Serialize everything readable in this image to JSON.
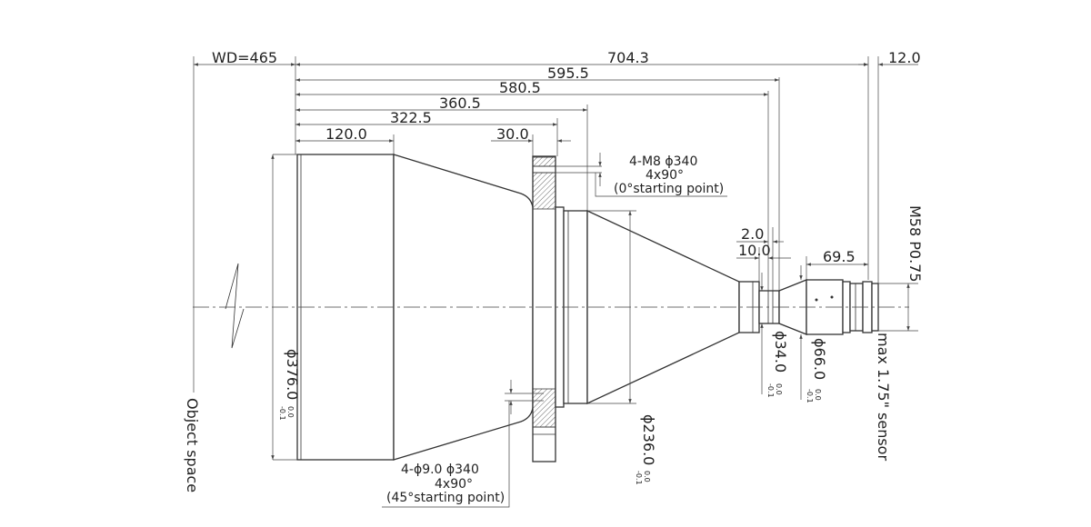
{
  "dimensions": {
    "wd": "WD=465",
    "total": "704.3",
    "d595": "595.5",
    "d580": "580.5",
    "d360": "360.5",
    "d322": "322.5",
    "d120": "120.0",
    "d30": "30.0",
    "d12": "12.0",
    "d2": "2.0",
    "d10": "10.0",
    "d69": "69.5"
  },
  "diameters": {
    "d376": "ϕ376.0",
    "d236": "ϕ236.0",
    "d34": "ϕ34.0",
    "d66": "ϕ66.0",
    "tol_upper": "0.0",
    "tol_lower": "-0.1"
  },
  "notes": {
    "top_holes": [
      "4-M8 ϕ340",
      "4x90°",
      "(0°starting point)"
    ],
    "bottom_holes": [
      "4-ϕ9.0  ϕ340",
      "4x90°",
      "(45°starting point)"
    ],
    "thread": "M58 P0.75",
    "sensor": "max 1.75\" sensor",
    "object_space": "Object space"
  }
}
